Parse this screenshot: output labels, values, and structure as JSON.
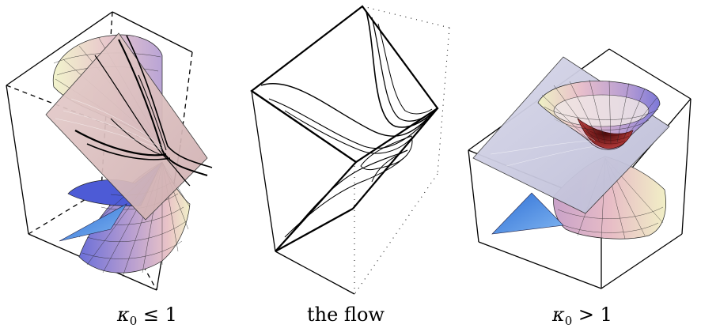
{
  "captions": {
    "left": {
      "sym": "κ",
      "sub": "0",
      "rel": " ≤ 1"
    },
    "middle": {
      "text": "the flow"
    },
    "right": {
      "sym": "κ",
      "sub": "0",
      "rel": " > 1"
    }
  },
  "colors": {
    "plane_left": "#dcbdbc",
    "plane_right": "#c9c9dd",
    "cone_purple": "#9c8bc9",
    "cone_pink": "#e5b9c3",
    "cone_yellow": "#eef0c2",
    "blue_sheet": "#3d86e0",
    "dark_red": "#8c1a1a"
  }
}
